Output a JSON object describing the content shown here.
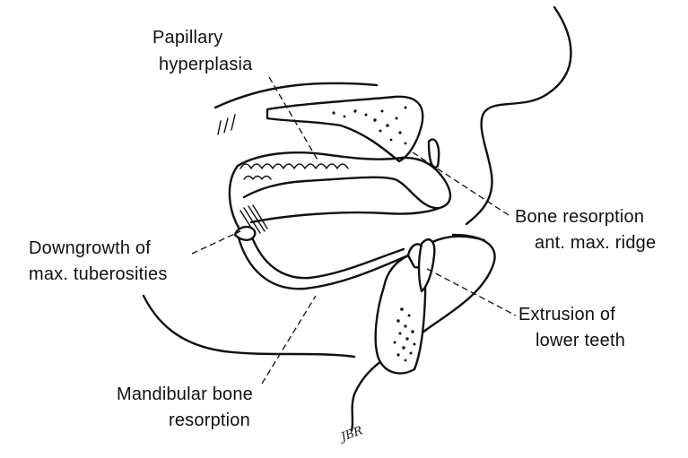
{
  "labels": {
    "papillary_hyperplasia": [
      "Papillary",
      "hyperplasia"
    ],
    "bone_resorption_ant_max_ridge": [
      "Bone  resorption",
      "ant. max. ridge"
    ],
    "downgrowth_max_tuberosities": [
      "Downgrowth  of",
      "max. tuberosities"
    ],
    "extrusion_lower_teeth": [
      "Extrusion  of",
      "lower teeth"
    ],
    "mandibular_bone_resorption": [
      "Mandibular  bone",
      "resorption"
    ]
  },
  "signature": "JBR"
}
